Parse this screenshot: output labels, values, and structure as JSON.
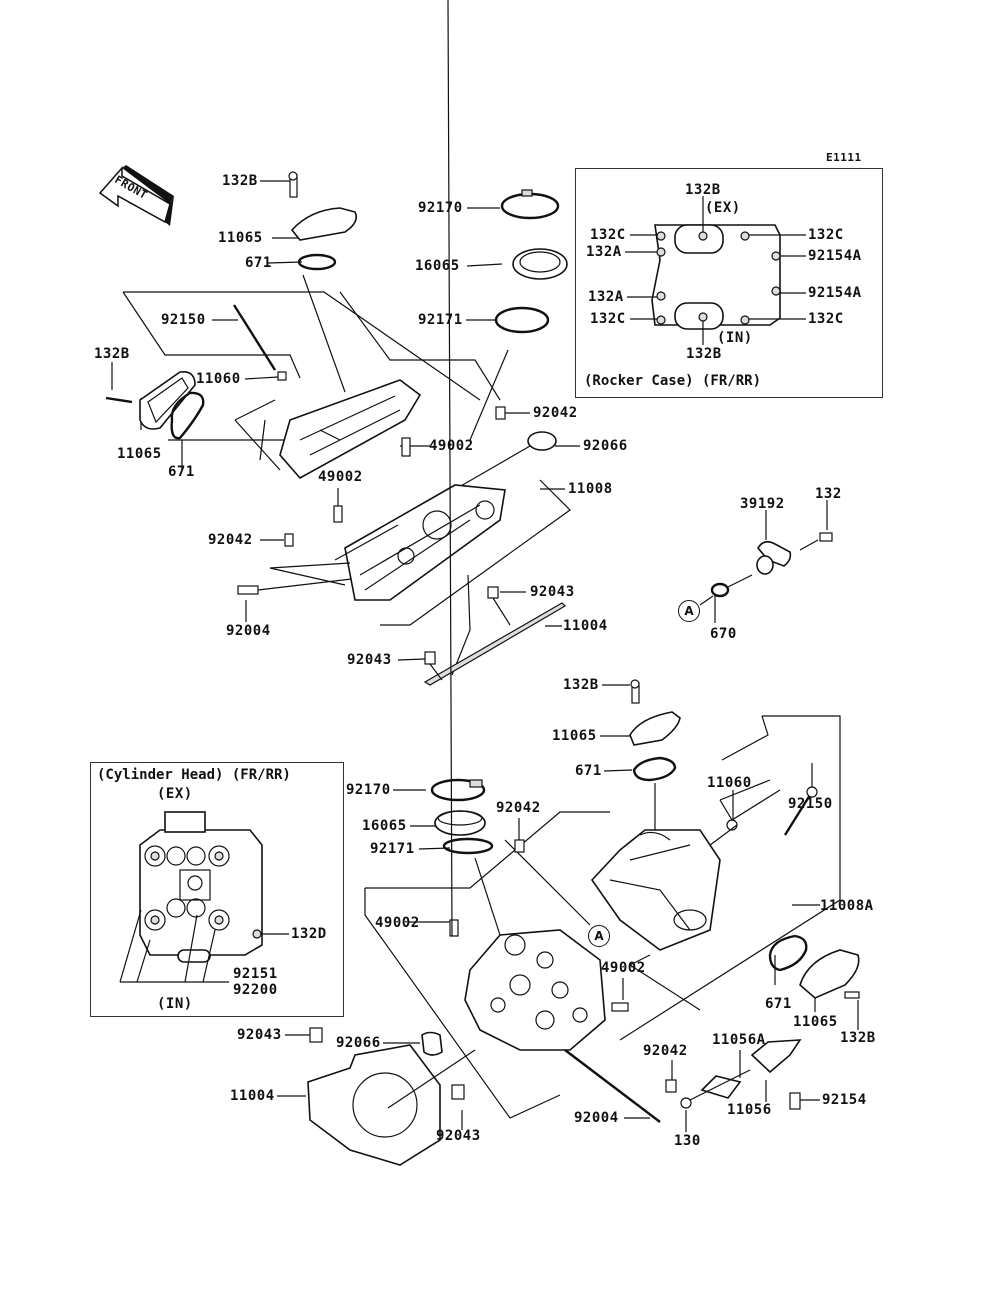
{
  "diagram": {
    "code": "E1111",
    "front_arrow_label": "FRONT",
    "callout_letter": "A"
  },
  "rocker_case_inset": {
    "title": "(Rocker Case) (FR/RR)",
    "ex_label": "(EX)",
    "in_label": "(IN)",
    "labels": {
      "top_132b": "132B",
      "bottom_132b": "132B",
      "left_132c_top": "132C",
      "left_132a_top": "132A",
      "left_132a_bottom": "132A",
      "left_132c_bottom": "132C",
      "right_132c_top": "132C",
      "right_92154a_top": "92154A",
      "right_92154a_bottom": "92154A",
      "right_132c_bottom": "132C"
    }
  },
  "cylinder_head_inset": {
    "title": "(Cylinder Head) (FR/RR)",
    "ex_label": "(EX)",
    "in_label": "(IN)",
    "labels": {
      "bolt_132d": "132D",
      "part_92151": "92151",
      "part_92200": "92200"
    }
  },
  "upper_assembly": {
    "labels": {
      "bolt_132b_top": "132B",
      "cover_11065_top": "11065",
      "gasket_671_top": "671",
      "bolt_92150": "92150",
      "bolt_132b_left": "132B",
      "washer_11060": "11060",
      "cover_11065_left": "11065",
      "gasket_671_left": "671",
      "clamp_92170": "92170",
      "holder_16065": "16065",
      "clamp_92171": "92171",
      "pin_92042_right": "92042",
      "guide_49002_right": "49002",
      "seal_92066": "92066",
      "guide_49002_left": "49002",
      "head_11008": "11008",
      "pin_92042_left": "92042",
      "stud_92004": "92004",
      "dowel_92043_right": "92043",
      "gasket_11004": "11004",
      "dowel_92043_left": "92043"
    }
  },
  "fitting_assembly": {
    "labels": {
      "fitting_39192": "39192",
      "bolt_132": "132",
      "oring_670": "670"
    }
  },
  "lower_assembly": {
    "labels": {
      "bolt_132b_top": "132B",
      "cover_11065_top": "11065",
      "gasket_671_top": "671",
      "washer_11060": "11060",
      "bolt_92150": "92150",
      "clamp_92170": "92170",
      "pin_92042_top": "92042",
      "holder_16065": "16065",
      "clamp_92171": "92171",
      "head_11008a": "11008A",
      "guide_49002_left": "49002",
      "guide_49002_right": "49002",
      "gasket_671_right": "671",
      "cover_11065_right": "11065",
      "bolt_132b_right": "132B",
      "dowel_92043_top": "92043",
      "seal_92066": "92066",
      "bracket_11056a": "11056A",
      "pin_92042_bottom": "92042",
      "gasket_11004": "11004",
      "bracket_11056": "11056",
      "bolt_92154": "92154",
      "stud_92004": "92004",
      "nut_130": "130",
      "dowel_92043_bottom": "92043"
    }
  }
}
